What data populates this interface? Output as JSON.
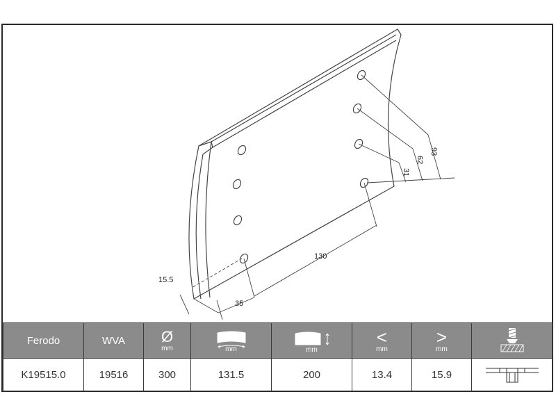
{
  "drawing": {
    "dimensions": {
      "hole_spacing_1": "31",
      "hole_spacing_2": "62",
      "hole_spacing_3": "93",
      "hole_row_distance": "130",
      "edge_offset": "35",
      "end_offset": "15.5"
    }
  },
  "table": {
    "headers": {
      "manufacturer": "Ferodo",
      "wva": "WVA",
      "diameter_symbol": "Ø",
      "diameter_unit": "mm",
      "width_unit": "mm",
      "height_unit": "mm",
      "min_symbol": "<",
      "min_unit": "mm",
      "max_symbol": ">",
      "max_unit": "mm"
    },
    "values": {
      "part_number": "K19515.0",
      "wva": "19516",
      "diameter": "300",
      "width": "131.5",
      "height": "200",
      "min_thickness": "13.4",
      "max_thickness": "15.9"
    }
  },
  "icons": {
    "width": "curved-lining-width-icon",
    "height": "lining-height-icon",
    "rivet": "rivet-tool-icon",
    "rivet_profile": "rivet-profile-icon"
  },
  "colors": {
    "header_bg": "#8b8b8b",
    "header_text": "#ffffff",
    "value_text": "#333333",
    "border": "#3a3a3a"
  }
}
